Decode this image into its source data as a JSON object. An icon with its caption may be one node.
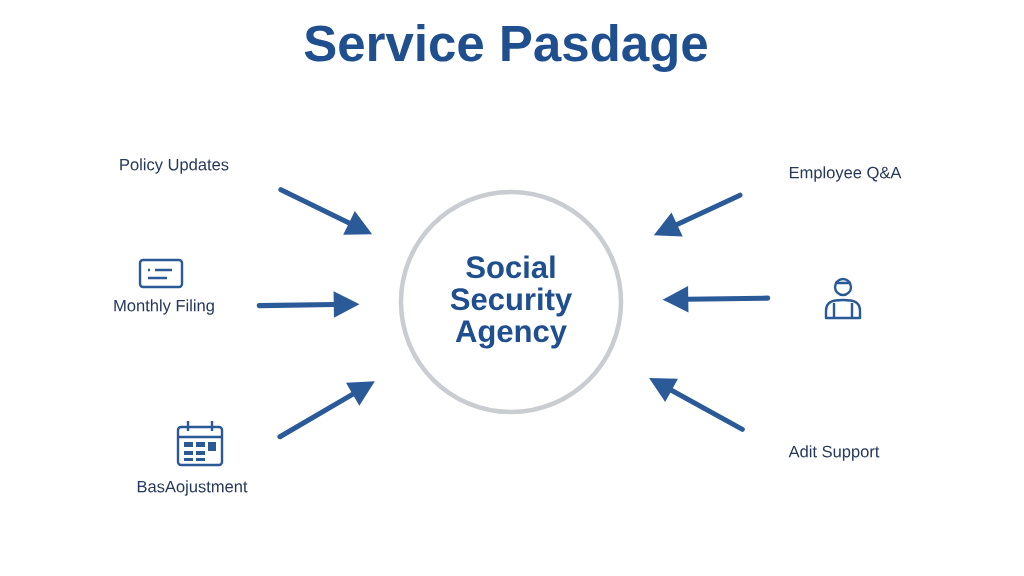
{
  "diagram": {
    "title": "Service Pasdage",
    "nodes": [
      {
        "text": [
          "Policy Updates"
        ]
      },
      {
        "text": [
          "Employee Q&A"
        ]
      },
      {
        "text": [
          "Monthly Filing"
        ]
      },
      {
        "text": [
          "Social Security Agency"
        ]
      },
      {
        "text": [],
        "shape": "person"
      },
      {
        "text": [
          "Adit Support"
        ]
      },
      {
        "text": [
          "BasAojustment"
        ]
      }
    ],
    "edges": [
      {
        "from": 0,
        "to": 3,
        "arrow": "to"
      },
      {
        "from": 2,
        "to": 3,
        "arrow": "to"
      },
      {
        "from": 6,
        "to": 3,
        "arrow": "to"
      },
      {
        "from": 1,
        "to": 3,
        "arrow": "to"
      },
      {
        "from": 4,
        "to": 3,
        "arrow": "to"
      },
      {
        "from": 5,
        "to": 3,
        "arrow": "to"
      }
    ]
  }
}
